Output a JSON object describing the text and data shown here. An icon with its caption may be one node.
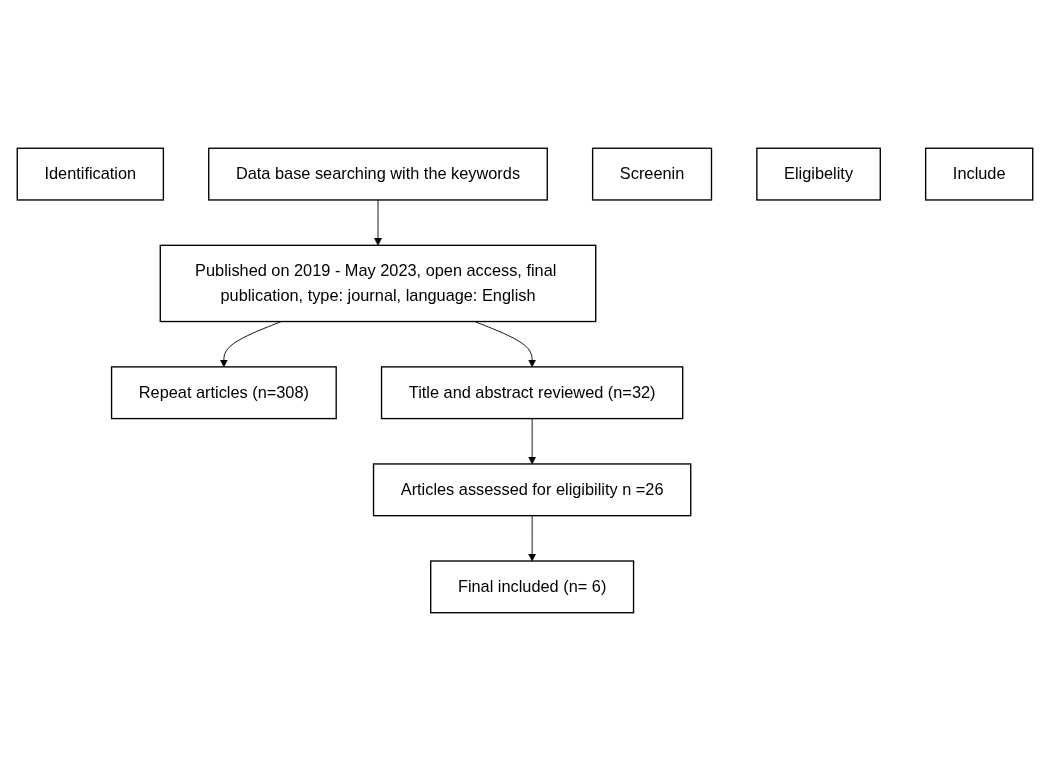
{
  "diagram": {
    "nodes": [
      {
        "text": [
          "Identification"
        ]
      },
      {
        "text": [
          "Data base searching with the keywords"
        ]
      },
      {
        "text": [
          "Published on 2019 - May 2023, open access, final publication, type: journal, language: English"
        ]
      },
      {
        "text": [
          "Repeat articles (n=308)"
        ]
      },
      {
        "text": [
          "Screenin"
        ]
      },
      {
        "text": [
          "Title and abstract reviewed (n=32)"
        ]
      },
      {
        "text": [
          "Eligibelity"
        ]
      },
      {
        "text": [
          "Articles assessed for eligibility n =26"
        ]
      },
      {
        "text": [
          "Include"
        ]
      },
      {
        "text": [
          "Final included (n= 6)"
        ]
      }
    ],
    "edges": [
      {
        "from": 1,
        "to": 2,
        "arrow": "to"
      },
      {
        "from": 2,
        "to": 3,
        "arrow": "to"
      },
      {
        "from": 2,
        "to": 5,
        "arrow": "to"
      },
      {
        "from": 5,
        "to": 7,
        "arrow": "to"
      },
      {
        "from": 7,
        "to": 9,
        "arrow": "to"
      }
    ]
  }
}
